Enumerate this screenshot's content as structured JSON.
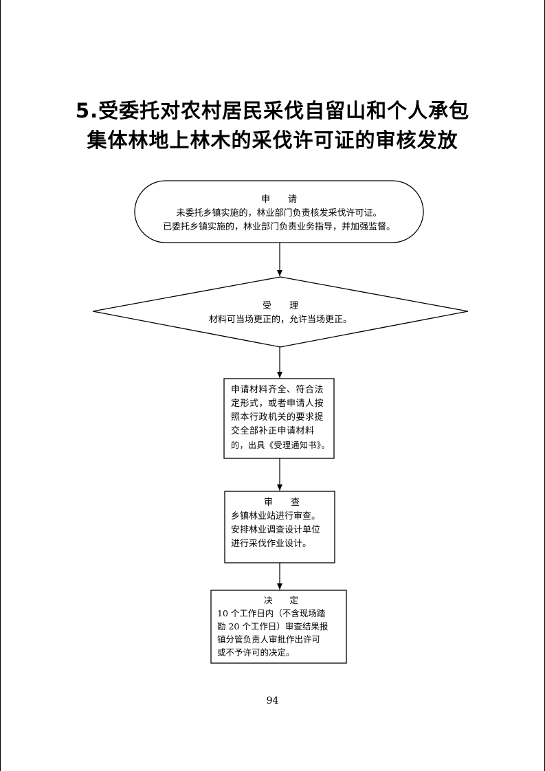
{
  "title": {
    "line1": "5.受委托对农村居民采伐自留山和个人承包",
    "line2": "集体林地上林木的采伐许可证的审核发放"
  },
  "nodes": {
    "apply": {
      "heading": "申　　请",
      "line1": "未委托乡镇实施的，林业部门负责核发采伐许可证。",
      "line2": "已委托乡镇实施的，林业部门负责业务指导，并加强监督。"
    },
    "accept": {
      "heading": "受　　理",
      "line1": "材料可当场更正的，允许当场更正。"
    },
    "notice": {
      "line1": "申请材料齐全、符合法",
      "line2": "定形式，或者申请人按",
      "line3": "照本行政机关的要求提",
      "line4": "交全部补正申请材料",
      "line5": "的，出具《受理通知书》。"
    },
    "review": {
      "heading": "审　　查",
      "line1": "乡镇林业站进行审查。",
      "line2": "安排林业调查设计单位",
      "line3": "进行采伐作业设计。"
    },
    "decide": {
      "heading": "决　　定",
      "line1": "10 个工作日内（不含现场踏",
      "line2": "勘 20 个工作日）审查结果报",
      "line3": "镇分管负责人审批作出许可",
      "line4": "或不予许可的决定。"
    }
  },
  "page_number": "94"
}
